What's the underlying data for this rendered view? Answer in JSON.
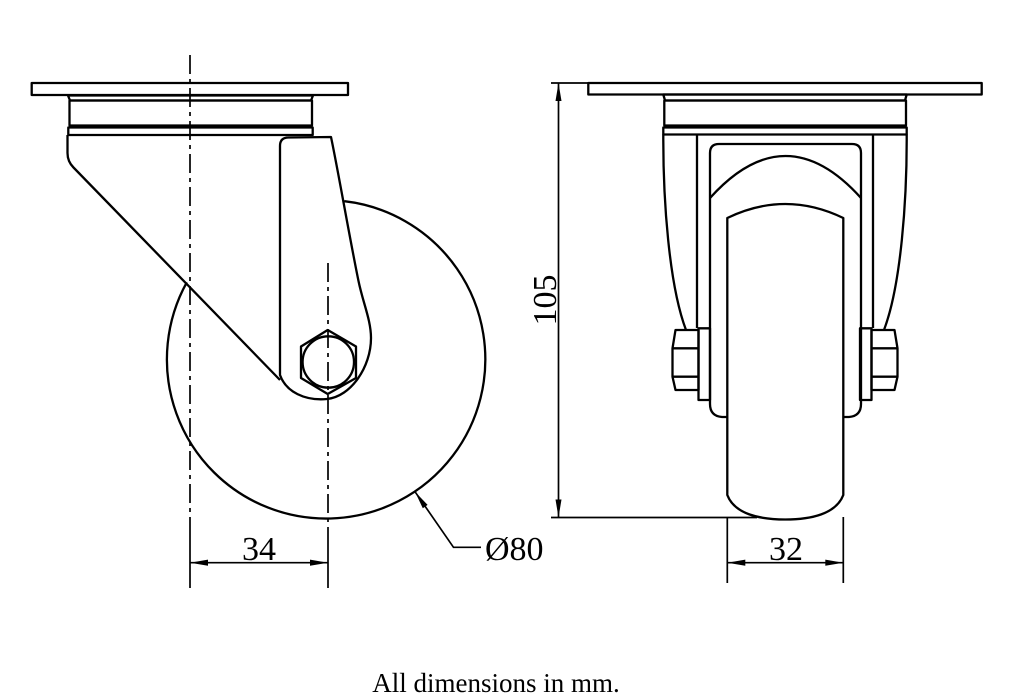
{
  "drawing": {
    "note": "All dimensions in mm.",
    "dimensions": {
      "swivel_offset": "34",
      "wheel_diameter": "Ø80",
      "overall_height": "105",
      "tread_width": "32"
    },
    "colors": {
      "line": "#000000",
      "background": "#ffffff"
    }
  }
}
